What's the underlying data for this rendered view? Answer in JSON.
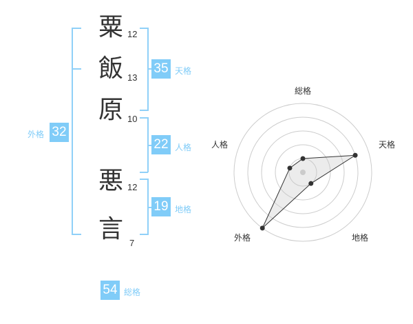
{
  "name": [
    {
      "char": "粟",
      "strokes": "12"
    },
    {
      "char": "飯",
      "strokes": "13"
    },
    {
      "char": "原",
      "strokes": "10"
    },
    {
      "char": "悪",
      "strokes": "12"
    },
    {
      "char": "言",
      "strokes": "7"
    }
  ],
  "kaku": {
    "tenkaku": {
      "label": "天格",
      "value": "35"
    },
    "jinkaku": {
      "label": "人格",
      "value": "22"
    },
    "chikaku": {
      "label": "地格",
      "value": "19"
    },
    "gaikaku": {
      "label": "外格",
      "value": "32"
    },
    "soukaku": {
      "label": "総格",
      "value": "54"
    }
  },
  "colors": {
    "accent": "#80ccf8",
    "line": "#8fd0f8"
  },
  "chart_data": {
    "type": "radar",
    "axes": [
      "総格",
      "天格",
      "地格",
      "外格",
      "人格"
    ],
    "values": [
      1,
      4,
      1,
      5,
      1
    ],
    "max": 5,
    "rings": 5
  }
}
